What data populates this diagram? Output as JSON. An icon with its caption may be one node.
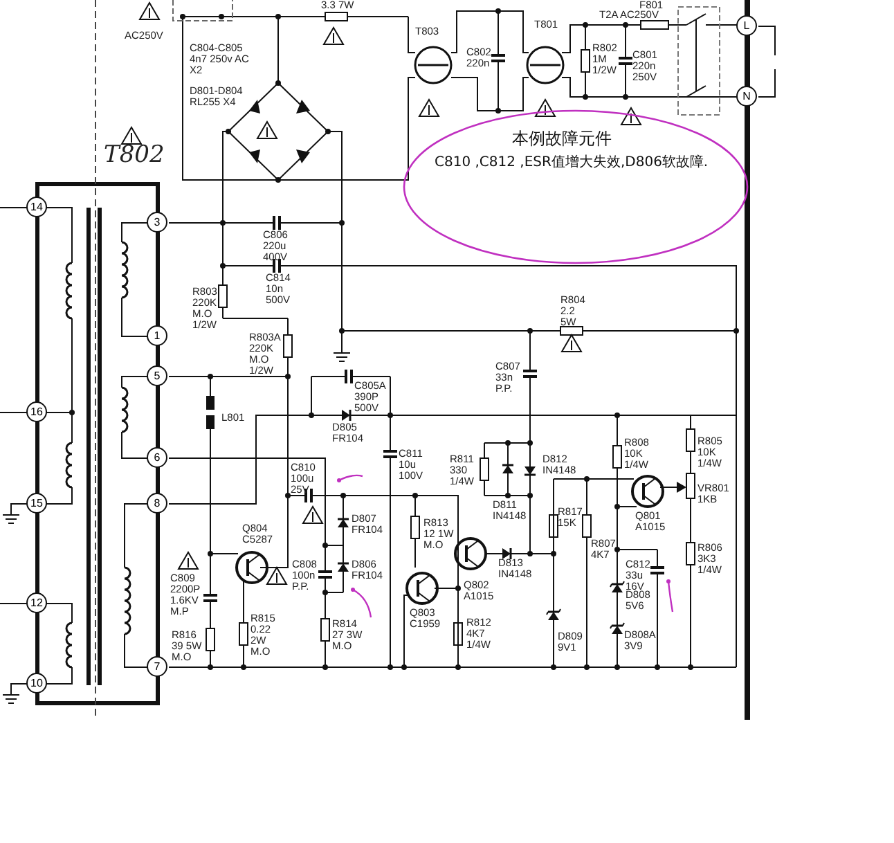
{
  "diagram": {
    "nodes": [
      {
        "text": [
          "本例故障元件",
          "C810 ,C812 ,ESR值增大失效,D806软故障."
        ]
      }
    ],
    "labels": [
      "3.3 7W",
      "F801",
      "AC250V",
      "T803",
      "T801",
      "T2A AC250V",
      "L",
      "C804-C805 4n7 250v AC X2",
      "C802 220n",
      "R802 1M 1/2W",
      "C801 220n 250V",
      "D801-D804 RL255 X4",
      "N",
      "T802",
      "14",
      "3",
      "C806 220u 400V",
      "C814 10n 500V",
      "R803 220K M.O 1/2W",
      "R804 2.2 5W",
      "1",
      "R803A 220K M.O 1/2W",
      "C807 33n P.P.",
      "5",
      "C805A 390P 500V",
      "16",
      "L801",
      "D805 FR104",
      "C811 10u 100V",
      "R811 330 1/4W",
      "D812 IN4148",
      "R808 10K 1/4W",
      "R805 10K 1/4W",
      "6",
      "C810 100u 25V",
      "VR801 1KB",
      "15",
      "8",
      "Q804 C5287",
      "D807 FR104",
      "R813 12 1W M.O",
      "D811 IN4148",
      "R817 15K",
      "Q801 A1015",
      "R807 4K7",
      "R806 3K3 1/4W",
      "C809 2200P 1.6KV M.P",
      "C808 100n P.P.",
      "D806 FR104",
      "D813 IN4148",
      "C812 33u 16V",
      "Q802 A1015",
      "D808 5V6",
      "12",
      "Q803 C1959",
      "R816 39 5W M.O",
      "R815 0.22 2W M.O",
      "R814 27 3W M.O",
      "R812 4K7 1/4W",
      "D809 9V1",
      "D808A 3V9",
      "7",
      "10"
    ]
  }
}
